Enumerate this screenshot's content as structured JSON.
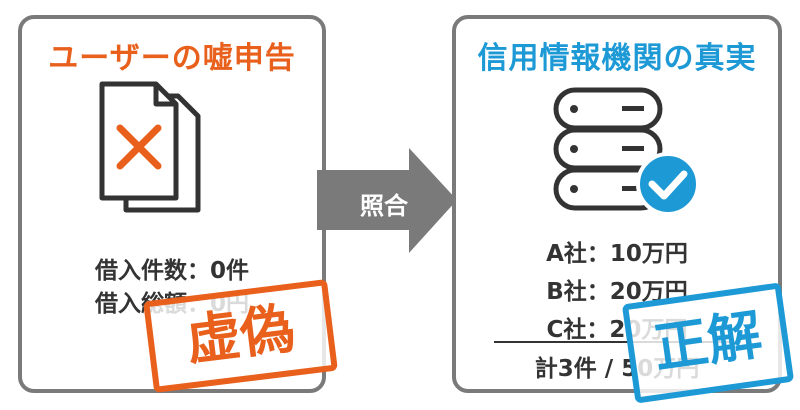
{
  "left": {
    "title": "ユーザーの嘘申告",
    "lines": [
      "借入件数：0件",
      "借入総額：0円"
    ],
    "stamp": "虚偽"
  },
  "arrow": {
    "label": "照合"
  },
  "right": {
    "title": "信用情報機関の真実",
    "lines": [
      "A社：10万円",
      "B社：20万円",
      "C社：20万円"
    ],
    "total": "計3件 / 50万円",
    "stamp": "正解"
  },
  "colors": {
    "orange": "#e8601c",
    "blue": "#1d9ad6",
    "gray": "#7a7a7a",
    "dark": "#333333"
  },
  "icons": {
    "left": "document-x-icon",
    "right": "database-check-icon"
  }
}
